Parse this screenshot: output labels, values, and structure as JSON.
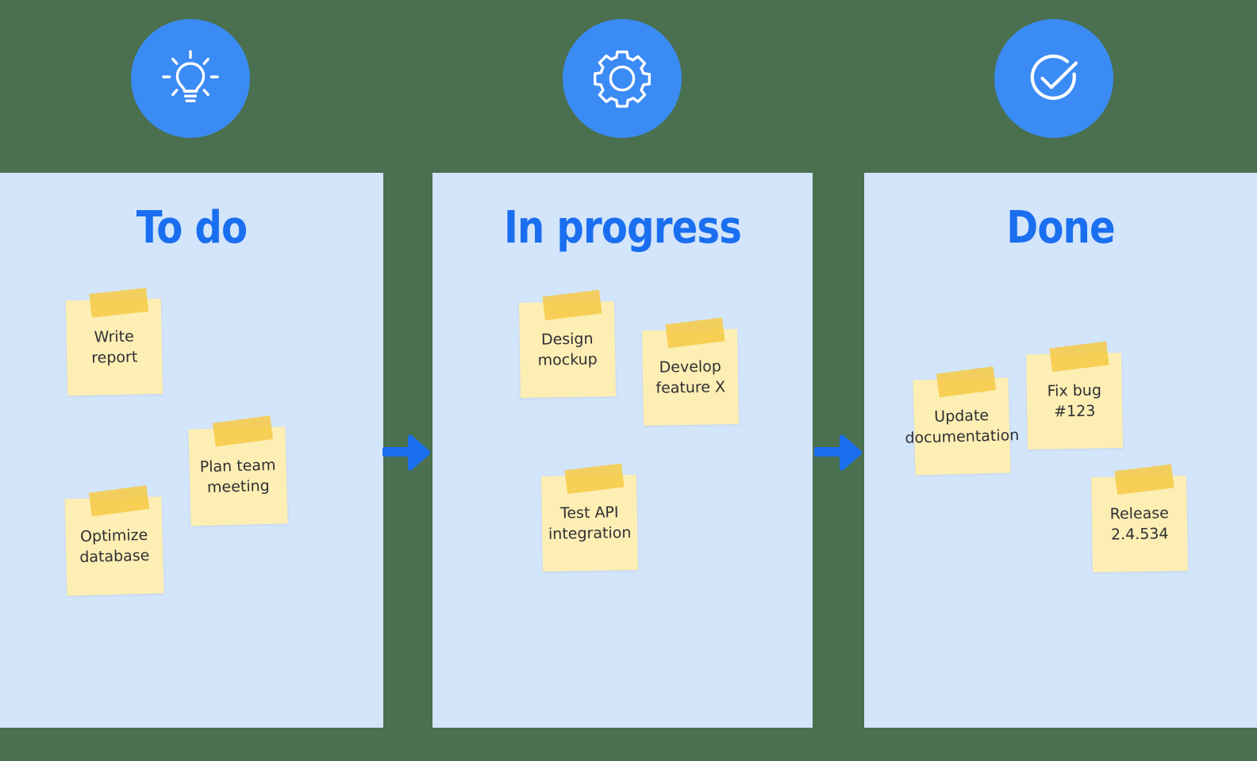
{
  "board": {
    "background_color": "#4a7050",
    "column_color": "#d3e5fb",
    "accent_color": "#1a6ef0",
    "note_color": "#fdeeb4",
    "tape_color": "#f6cb48"
  },
  "columns": [
    {
      "id": "todo",
      "title": "To do",
      "icon": "lightbulb-icon",
      "notes": [
        {
          "text": "Write report"
        },
        {
          "text": "Plan team\nmeeting"
        },
        {
          "text": "Optimize\ndatabase"
        }
      ]
    },
    {
      "id": "in-progress",
      "title": "In progress",
      "icon": "gear-icon",
      "notes": [
        {
          "text": "Design\nmockup"
        },
        {
          "text": "Develop\nfeature X"
        },
        {
          "text": "Test API\nintegration"
        }
      ]
    },
    {
      "id": "done",
      "title": "Done",
      "icon": "check-circle-icon",
      "notes": [
        {
          "text": "Update\ndocumentation"
        },
        {
          "text": "Fix bug\n#123"
        },
        {
          "text": "Release\n2.4.534"
        }
      ]
    }
  ],
  "arrows": [
    {
      "name": "arrow-todo-to-inprogress",
      "direction": "right"
    },
    {
      "name": "arrow-inprogress-to-done",
      "direction": "right"
    }
  ]
}
